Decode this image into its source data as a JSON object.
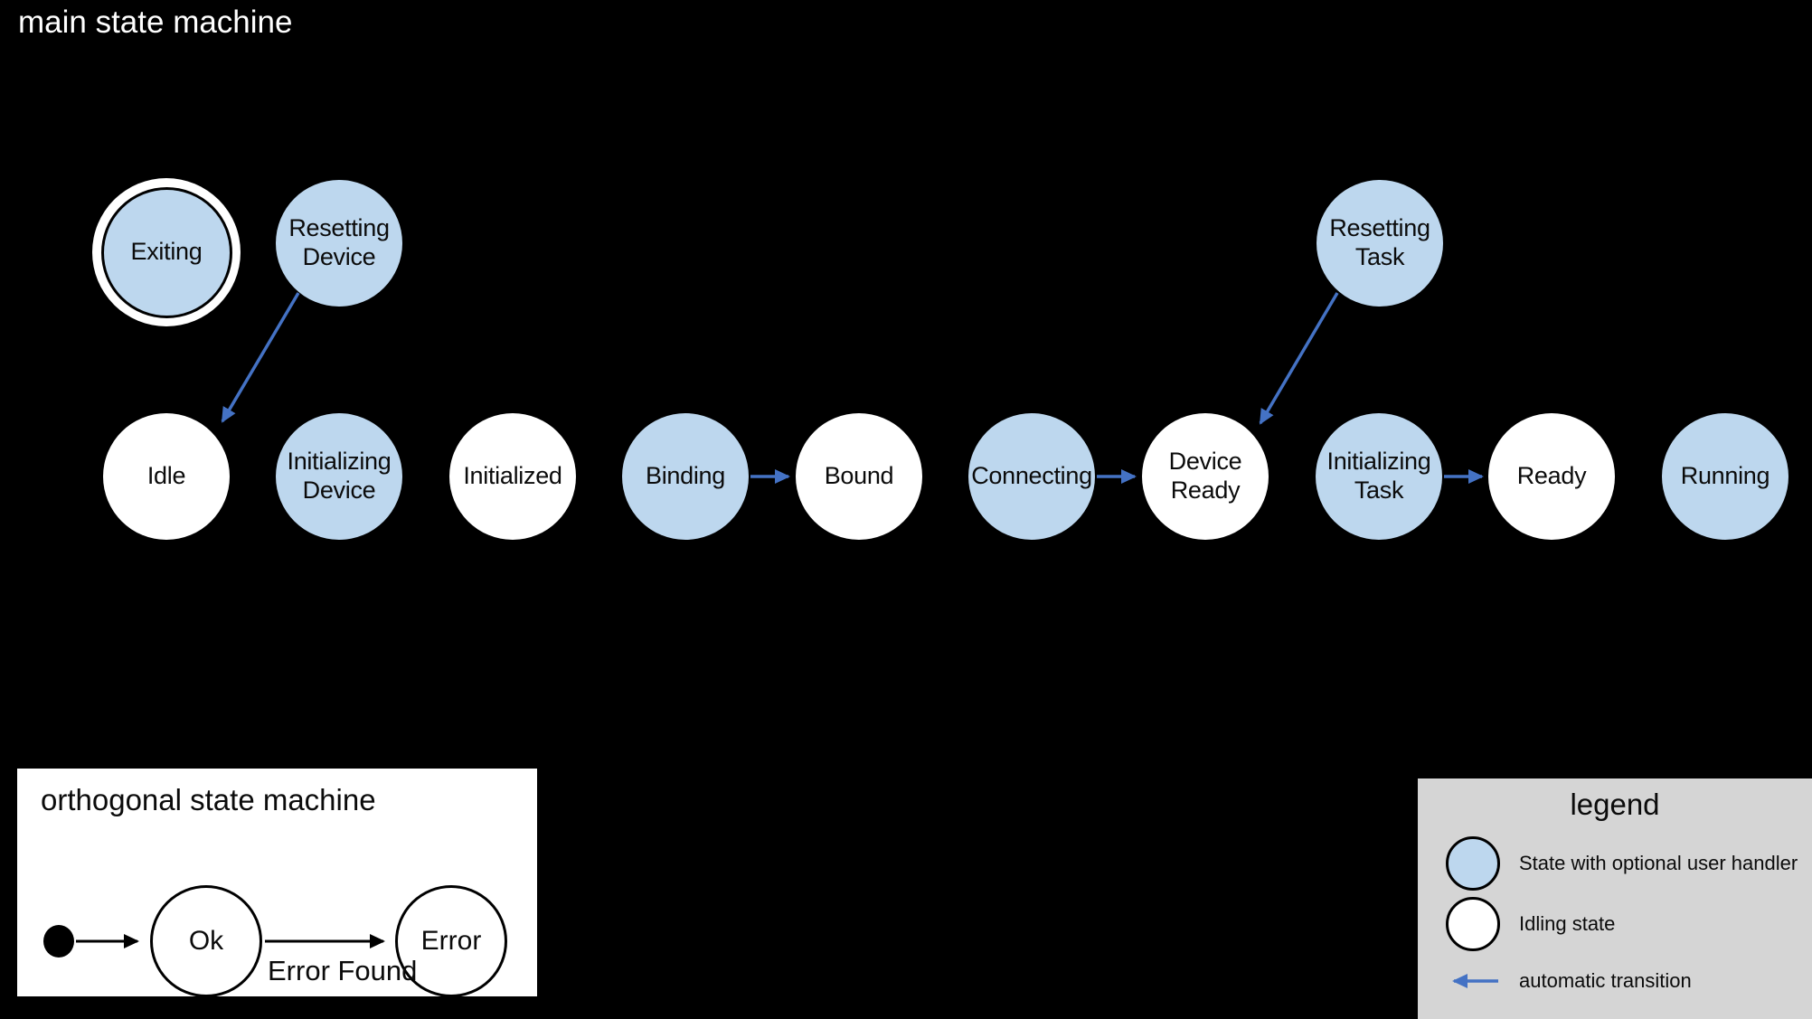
{
  "titles": {
    "main": "main state machine",
    "orthogonal": "orthogonal state machine",
    "legend": "legend"
  },
  "colors": {
    "background": "#000000",
    "handler_state_fill": "#BDD7EE",
    "idling_state_fill": "#FFFFFF",
    "automatic_transition_blue": "#4472C4",
    "plain_transition_black": "#000000",
    "circle_outline": "#000000",
    "legend_background": "#D5D5D5"
  },
  "main_machine": {
    "states": {
      "exiting": "Exiting",
      "resetting_device": "Resetting Device",
      "resetting_task": "Resetting Task",
      "idle": "Idle",
      "initializing_device": "Initializing Device",
      "initialized": "Initialized",
      "binding": "Binding",
      "bound": "Bound",
      "connecting": "Connecting",
      "device_ready": "Device Ready",
      "initializing_task": "Initializing Task",
      "ready": "Ready",
      "running": "Running"
    },
    "transitions": [
      {
        "from": "Resetting Device",
        "to": "Idle",
        "kind": "automatic"
      },
      {
        "from": "Resetting Task",
        "to": "Device Ready",
        "kind": "automatic"
      },
      {
        "from": "Binding",
        "to": "Bound",
        "kind": "automatic"
      },
      {
        "from": "Connecting",
        "to": "Device Ready",
        "kind": "automatic"
      },
      {
        "from": "Initializing Task",
        "to": "Ready",
        "kind": "automatic"
      }
    ]
  },
  "orthogonal_machine": {
    "states": {
      "ok": "Ok",
      "error": "Error"
    },
    "transitions": [
      {
        "from": "Ok",
        "to": "Error",
        "label": "Error Found"
      }
    ],
    "transition_label": "Error Found"
  },
  "legend": {
    "items": [
      {
        "label": "State with optional user handler"
      },
      {
        "label": "Idling state"
      },
      {
        "label": "automatic transition"
      }
    ]
  }
}
